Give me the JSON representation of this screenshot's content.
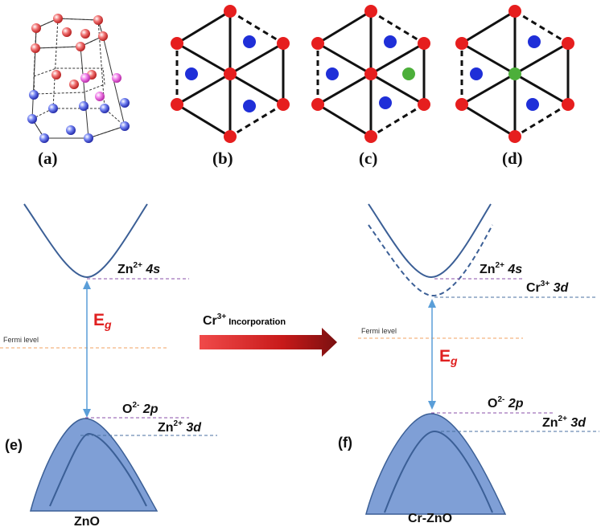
{
  "panels": {
    "a": "(a)",
    "b": "(b)",
    "c": "(c)",
    "d": "(d)",
    "e": "(e)",
    "f": "(f)"
  },
  "zno": {
    "cb_level": {
      "ion": "Zn",
      "charge": "2+",
      "orbital": "4s"
    },
    "vb_top": {
      "ion": "O",
      "charge": "2-",
      "orbital": "2p"
    },
    "vb_sub": {
      "ion": "Zn",
      "charge": "2+",
      "orbital": "3d"
    },
    "fermi": "Fermi level",
    "gap": {
      "main": "E",
      "sub": "g"
    },
    "name": "ZnO"
  },
  "crzno": {
    "cb_level": {
      "ion": "Zn",
      "charge": "2+",
      "orbital": "4s"
    },
    "cr_level": {
      "ion": "Cr",
      "charge": "3+",
      "orbital": "3d"
    },
    "vb_top": {
      "ion": "O",
      "charge": "2-",
      "orbital": "2p"
    },
    "vb_sub": {
      "ion": "Zn",
      "charge": "2+",
      "orbital": "3d"
    },
    "fermi": "Fermi level",
    "gap": {
      "main": "E",
      "sub": "g"
    },
    "name": "Cr-ZnO"
  },
  "arrow": {
    "ion": "Cr",
    "charge": "3+",
    "text": "Incorporation"
  },
  "colors": {
    "zn_atom": "#e83030",
    "o_atom": "#1f2fd8",
    "interstitial_atom": "#e040d0",
    "cr_atom": "#4caf3a",
    "band_fill": "#7f9fd6",
    "band_line": "#3b5f96",
    "fermi_line": "#f0a060",
    "level_line_purple": "#8a4fa8",
    "level_line_blue": "#4a6fa0"
  }
}
